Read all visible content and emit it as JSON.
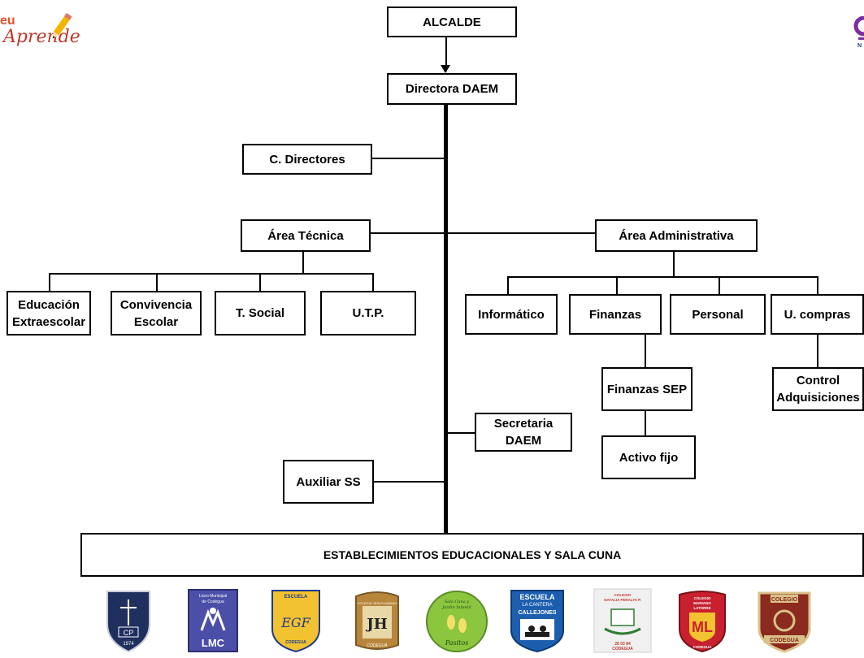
{
  "brand": {
    "left_text": "eu",
    "script_text": "Aprende"
  },
  "nodes": {
    "alcalde": "ALCALDE",
    "directora": "Directora DAEM",
    "c_directores": "C. Directores",
    "area_tecnica": "Área Técnica",
    "area_administrativa": "Área Administrativa",
    "educacion_extraescolar": [
      "Educación",
      "Extraescolar"
    ],
    "convivencia_escolar": [
      "Convivencia",
      "Escolar"
    ],
    "t_social": "T. Social",
    "utp": "U.T.P.",
    "informatico": "Informático",
    "finanzas": "Finanzas",
    "personal": "Personal",
    "u_compras": "U. compras",
    "finanzas_sep": "Finanzas SEP",
    "control_adquisiciones": [
      "Control",
      "Adquisiciones"
    ],
    "secretaria": [
      "Secretaria",
      "DAEM"
    ],
    "activo_fijo": "Activo fijo",
    "auxiliar_ss": "Auxiliar SS",
    "establecimientos": "ESTABLECIMIENTOS EDUCACIONALES Y SALA CUNA"
  },
  "school_logos": [
    {
      "icon": "cp-shield-logo",
      "text": "CP",
      "sub": "1974",
      "color": "#1f2f5e"
    },
    {
      "icon": "lmc-liceo-logo",
      "text": "LMC",
      "top": "Liceo Municipal de Codegua",
      "color": "#4b4fa8"
    },
    {
      "icon": "egf-escuela-logo",
      "text": "EGF",
      "top": "ESCUELA",
      "bottom": "CODEGUA",
      "color": "#f2c230"
    },
    {
      "icon": "jhk-colegio-logo",
      "text": "JH",
      "top": "COLEGIO JESUS ANDINO",
      "bottom": "CODEGUA",
      "color": "#b8863b"
    },
    {
      "icon": "pasitos-sala-cuna-logo",
      "text": "Pasitos",
      "top": "Sala Cuna y Jardin Infantil",
      "color": "#8cc63f"
    },
    {
      "icon": "la-cantera-logo",
      "text": "ESCUELA",
      "top": "LA CANTERA",
      "bottom": "CALLEJONES",
      "color": "#1d5fae"
    },
    {
      "icon": "natalia-peralta-logo",
      "text": "COLEGIO NATALIA PERALTA P.",
      "bottom": "26 03 84 CODEGUA",
      "color": "#e8e8e8"
    },
    {
      "icon": "mariano-latorre-logo",
      "text": "ML",
      "top": "COLEGIO MARIANO LATORRE",
      "bottom": "CODEGUA",
      "color": "#c8202e"
    },
    {
      "icon": "colegio-codegua-logo",
      "text": "COLEGIO",
      "bottom": "CODEGUA",
      "color": "#8b2a1e"
    }
  ],
  "colors": {
    "line": "#000000",
    "box_border": "#000000",
    "background": "#ffffff"
  }
}
